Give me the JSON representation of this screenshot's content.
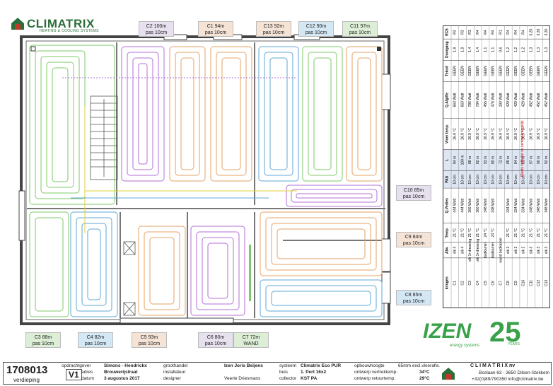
{
  "brand": {
    "name": "CLIMATRIX",
    "tagline": "HEATING & COOLING SYSTEMS"
  },
  "circuits_top": [
    {
      "id": "C2",
      "len": "100m",
      "spacing": "pas 10cm",
      "color": "#e7e0ef"
    },
    {
      "id": "C1",
      "len": "94m",
      "spacing": "pas 10cm",
      "color": "#f5e3d6"
    },
    {
      "id": "C13",
      "len": "92m",
      "spacing": "pas 10cm",
      "color": "#f5e3d6"
    },
    {
      "id": "C12",
      "len": "90m",
      "spacing": "pas 10cm",
      "color": "#d4e7f4"
    },
    {
      "id": "C11",
      "len": "97m",
      "spacing": "pas 10cm",
      "color": "#dcefd6"
    }
  ],
  "circuits_right": [
    {
      "id": "C10",
      "len": "85m",
      "spacing": "pas 10cm",
      "color": "#e7e0ef"
    },
    {
      "id": "C9",
      "len": "84m",
      "spacing": "pas 10cm",
      "color": "#f5e3d6"
    },
    {
      "id": "C8",
      "len": "85m",
      "spacing": "pas 10cm",
      "color": "#d4e7f4"
    }
  ],
  "circuits_bottom": [
    {
      "id": "C3",
      "len": "88m",
      "spacing": "pas 10cm",
      "color": "#dcefd6"
    },
    {
      "id": "C4",
      "len": "82m",
      "spacing": "pas 10cm",
      "color": "#d4e7f4"
    },
    {
      "id": "C5",
      "len": "93m",
      "spacing": "pas 10cm",
      "color": "#f5e3d6"
    },
    {
      "id": "C6",
      "len": "80m",
      "spacing": "pas 10cm",
      "color": "#e7e0ef"
    },
    {
      "id": "C7",
      "len": "72m",
      "spacing": "WAND",
      "color": "#dcefd6"
    }
  ],
  "table": {
    "headers": [
      "kringen",
      "Afw.",
      "Temp.",
      "Q.Verlies",
      "PAS",
      "L",
      "Vloer temp.",
      "Q.Afgifte",
      "Tekort",
      "Doorgang",
      "RCS"
    ],
    "rows": [
      [
        "C1",
        "slk 4",
        "21 °C",
        "444 Watt",
        "10 cm",
        "94 m",
        "26.9 °C",
        "663 Watt",
        "GEEN",
        "1,9",
        "R3"
      ],
      [
        "C2",
        "slk 4",
        "21 °C",
        "444 Watt",
        "10 cm",
        "100 m",
        "26.9 °C",
        "663 Watt",
        "GEEN",
        "1,9",
        "R3"
      ],
      [
        "C3",
        "slk 1+dressing",
        "21 °C",
        "366 Watt",
        "10 cm",
        "88 m",
        "26.9 °C",
        "786 Watt",
        "GEEN",
        "1,4",
        "R3"
      ],
      [
        "C4",
        "slk 1+dressing",
        "21 °C",
        "366 Watt",
        "10 cm",
        "82 m",
        "26.9 °C",
        "794 Watt",
        "GEEN",
        "1,4",
        "R4"
      ],
      [
        "C5",
        "badkamer",
        "24 °C",
        "348 Watt",
        "10 cm",
        "93 m",
        "26.9 °C",
        "455 Watt",
        "GEEN",
        "1,1",
        "R4"
      ],
      [
        "C6",
        "badkamer",
        "24 °C",
        "348 Watt",
        "10 cm",
        "80 m",
        "26.9 °C",
        "476 Watt",
        "GEEN",
        "1,1",
        "R4"
      ],
      [
        "C7",
        "wand badkamer",
        "",
        "",
        "10 cm",
        "72 m",
        "26.9 °C",
        "190 Watt",
        "GEEN",
        "0,6",
        "R1"
      ],
      [
        "C8",
        "slk 2",
        "21 °C",
        "334 Watt",
        "10 cm",
        "85 m",
        "26.9 °C",
        "429 Watt",
        "GEEN",
        "1,2",
        "R4"
      ],
      [
        "C9",
        "slk 2",
        "21 °C",
        "334 Watt",
        "10 cm",
        "84 m",
        "26.9 °C",
        "429 Watt",
        "GEEN",
        "1,2",
        "R4"
      ],
      [
        "C10",
        "slk 2",
        "21 °C",
        "334 Watt",
        "10 cm",
        "85 m",
        "26.9 °C",
        "429 Watt",
        "GEEN",
        "1,2",
        "R4"
      ],
      [
        "C11",
        "slk 3",
        "21 °C",
        "348 Watt",
        "10 cm",
        "97 m",
        "26.9 °C",
        "452 Watt",
        "GEEN",
        "1,3",
        "3.20"
      ],
      [
        "C12",
        "slk 3",
        "21 °C",
        "348 Watt",
        "10 cm",
        "90 m",
        "26.9 °C",
        "452 Watt",
        "GEEN",
        "1,3",
        "3.20"
      ],
      [
        "C13",
        "slk 3",
        "21 °C",
        "348 Watt",
        "10 cm",
        "92 m",
        "26.9 °C",
        "452 Watt",
        "GEEN",
        "1,3",
        "3.20"
      ]
    ]
  },
  "izen": {
    "name": "IZEN",
    "tagline": "energy systems",
    "years": "25",
    "years_label": "YEARS"
  },
  "title_block": {
    "project_no": "1708013",
    "level": "verdieping",
    "version": "V1",
    "opdrachtgever_label": "opdrachtgever",
    "opdrachtgever": "Simons - Hendrickx",
    "adres_label": "adres",
    "adres": "Brouwerijstraat",
    "datum_label": "datum",
    "datum": "3 augustus 2017",
    "groothandel_label": "groothandel",
    "groothandel": "Izen Joris Beijens",
    "installateur_label": "installateur",
    "installateur": "",
    "designer_label": "designer",
    "designer": "Veerle Driesmans",
    "systeem_label": "systeem",
    "systeem": "Climatrix Eco PUR",
    "buis_label": "buis",
    "buis": "1. Pert 16x2",
    "collector_label": "collector",
    "collector": "KST PA",
    "opbouwhoogte_label": "opbouwhoogte",
    "opbouwhoogte": "65mm excl.vloerafw.",
    "vertrek_label": "ontwerp vertrektemp.",
    "vertrek": "34°C",
    "retour_label": "ontwerp retourtemp.",
    "retour": "29°C",
    "company": "C L I M A T R I X  nv",
    "address": "Boslaan 63 - 3650 Dilsen-Stokkem",
    "contact": "+32(0)89/790350 info@climatrix.be"
  }
}
